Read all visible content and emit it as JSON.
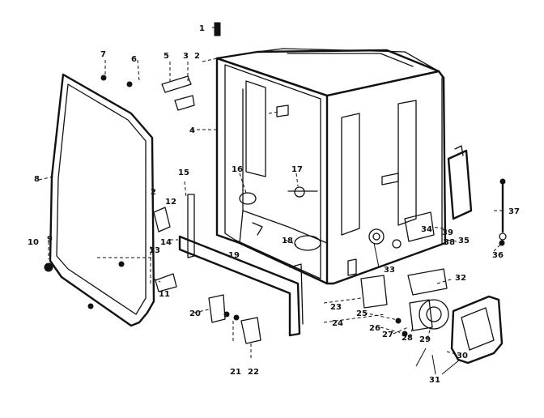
{
  "labels": {
    "p1": "1",
    "p2a": "2",
    "p3": "3",
    "p4": "4",
    "p5": "5",
    "p6": "6",
    "p7": "7",
    "p8": "8",
    "p9": "9",
    "p10": "10",
    "p11": "11",
    "p12": "12",
    "p13": "13",
    "p14": "14",
    "p15": "15",
    "p16": "16",
    "p17": "17",
    "p18": "18",
    "p19": "19",
    "p2b": "2",
    "p20": "20",
    "p21": "21",
    "p22": "22",
    "p23": "23",
    "p24": "24",
    "p25": "25",
    "p26": "26",
    "p27": "27",
    "p28": "28",
    "p29": "29",
    "p30": "30",
    "p31": "31",
    "p32": "32",
    "p33": "33",
    "p34": "34",
    "p35": "35",
    "p36": "36",
    "p37": "37",
    "p38": "38",
    "p39": "39"
  }
}
